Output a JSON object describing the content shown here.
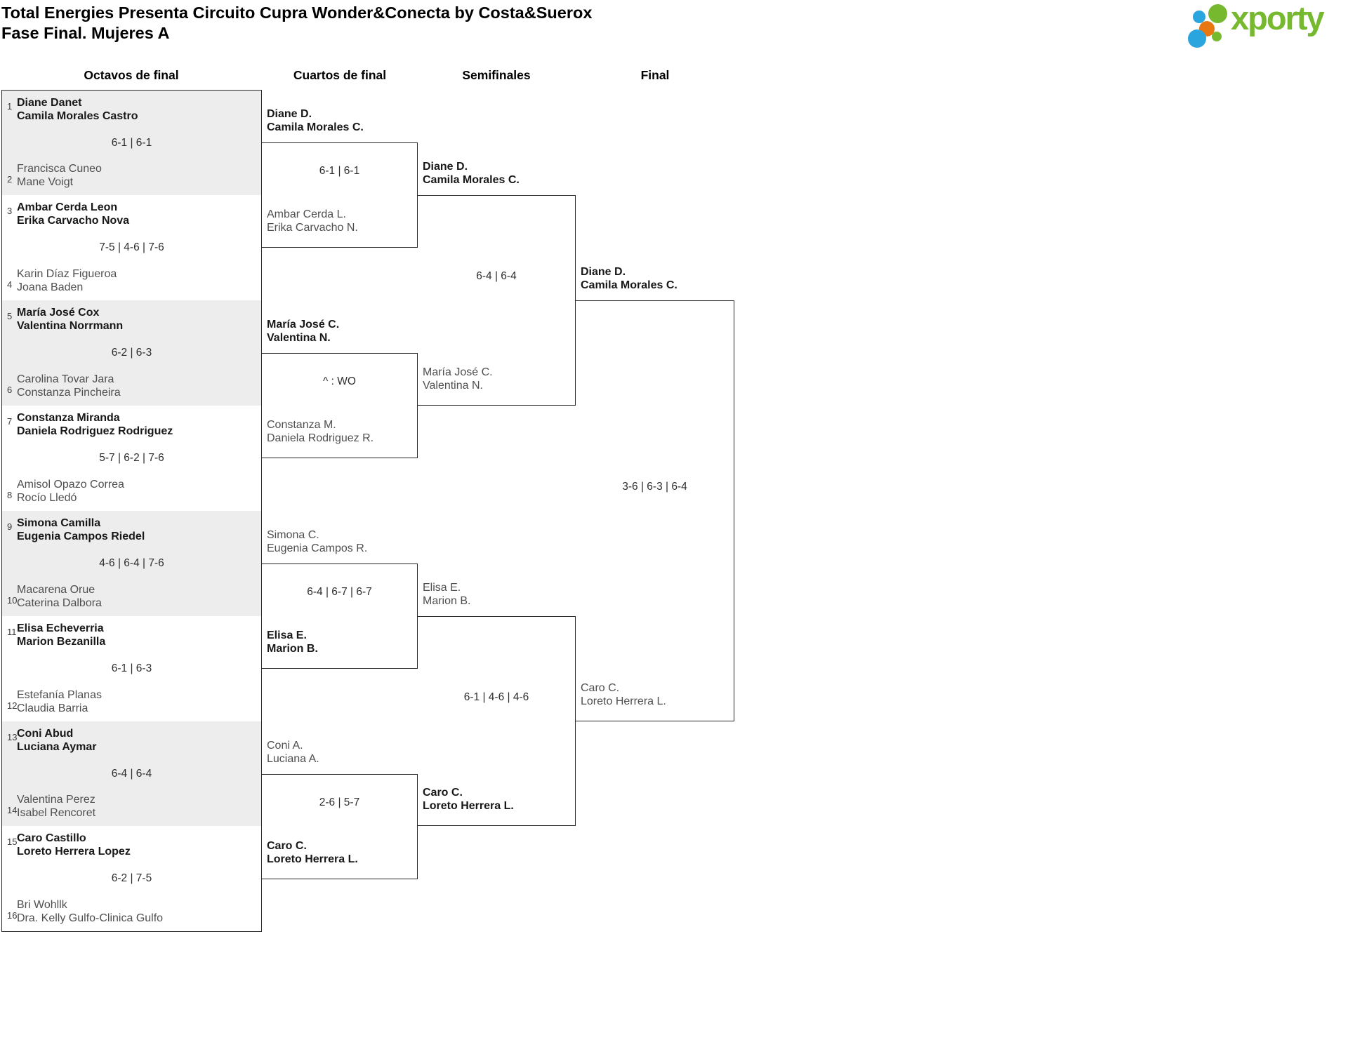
{
  "header": {
    "title_line1": "Total Energies Presenta Circuito Cupra Wonder&Conecta by Costa&Suerox",
    "title_line2": "Fase Final. Mujeres A",
    "logo_text": "xporty",
    "logo_colors": {
      "green": "#76b82e",
      "blue": "#2aa5de",
      "orange": "#e87611"
    }
  },
  "columns": [
    "Octavos de final",
    "Cuartos de final",
    "Semifinales",
    "Final"
  ],
  "round16": [
    {
      "seed_top": "1",
      "team_top": [
        "Diane Danet",
        "Camila Morales Castro"
      ],
      "top_winner": true,
      "score": "6-1 | 6-1",
      "seed_bottom": "2",
      "team_bottom": [
        "Francisca Cuneo",
        "Mane Voigt"
      ],
      "bottom_winner": false,
      "shaded": true
    },
    {
      "seed_top": "3",
      "team_top": [
        "Ambar Cerda Leon",
        "Erika Carvacho Nova"
      ],
      "top_winner": true,
      "score": "7-5 | 4-6 | 7-6",
      "seed_bottom": "4",
      "team_bottom": [
        "Karin Díaz Figueroa",
        "Joana Baden"
      ],
      "bottom_winner": false,
      "shaded": false
    },
    {
      "seed_top": "5",
      "team_top": [
        "María José Cox",
        "Valentina Norrmann"
      ],
      "top_winner": true,
      "score": "6-2 | 6-3",
      "seed_bottom": "6",
      "team_bottom": [
        "Carolina Tovar Jara",
        "Constanza Pincheira"
      ],
      "bottom_winner": false,
      "shaded": true
    },
    {
      "seed_top": "7",
      "team_top": [
        "Constanza Miranda",
        "Daniela Rodriguez Rodriguez"
      ],
      "top_winner": true,
      "score": "5-7 | 6-2 | 7-6",
      "seed_bottom": "8",
      "team_bottom": [
        "Amisol Opazo Correa",
        "Rocío Lledó"
      ],
      "bottom_winner": false,
      "shaded": false
    },
    {
      "seed_top": "9",
      "team_top": [
        "Simona Camilla",
        "Eugenia Campos Riedel"
      ],
      "top_winner": true,
      "score": "4-6 | 6-4 | 7-6",
      "seed_bottom": "10",
      "team_bottom": [
        "Macarena Orue",
        "Caterina Dalbora"
      ],
      "bottom_winner": false,
      "shaded": true
    },
    {
      "seed_top": "11",
      "team_top": [
        "Elisa Echeverria",
        "Marion Bezanilla"
      ],
      "top_winner": true,
      "score": "6-1 | 6-3",
      "seed_bottom": "12",
      "team_bottom": [
        "Estefanía Planas",
        "Claudia Barria"
      ],
      "bottom_winner": false,
      "shaded": false
    },
    {
      "seed_top": "13",
      "team_top": [
        "Coni Abud",
        "Luciana Aymar"
      ],
      "top_winner": true,
      "score": "6-4 | 6-4",
      "seed_bottom": "14",
      "team_bottom": [
        "Valentina Perez",
        "Isabel Rencoret"
      ],
      "bottom_winner": false,
      "shaded": true
    },
    {
      "seed_top": "15",
      "team_top": [
        "Caro Castillo",
        "Loreto Herrera Lopez"
      ],
      "top_winner": true,
      "score": "6-2 | 7-5",
      "seed_bottom": "16",
      "team_bottom": [
        "Bri Wohllk",
        "Dra. Kelly Gulfo-Clinica Gulfo"
      ],
      "bottom_winner": false,
      "shaded": false
    }
  ],
  "quarterfinals": [
    {
      "team_top": [
        "Diane D.",
        "Camila Morales C."
      ],
      "top_winner": true,
      "score": "6-1 | 6-1",
      "team_bottom": [
        "Ambar Cerda L.",
        "Erika Carvacho N."
      ],
      "bottom_winner": false
    },
    {
      "team_top": [
        "María José C.",
        "Valentina N."
      ],
      "top_winner": true,
      "score": "^ : WO",
      "team_bottom": [
        "Constanza M.",
        "Daniela Rodriguez R."
      ],
      "bottom_winner": false
    },
    {
      "team_top": [
        "Simona C.",
        "Eugenia Campos R."
      ],
      "top_winner": false,
      "score": "6-4 | 6-7 | 6-7",
      "team_bottom": [
        "Elisa E.",
        "Marion B."
      ],
      "bottom_winner": true
    },
    {
      "team_top": [
        "Coni A.",
        "Luciana A."
      ],
      "top_winner": false,
      "score": "2-6 | 5-7",
      "team_bottom": [
        "Caro C.",
        "Loreto Herrera L."
      ],
      "bottom_winner": true
    }
  ],
  "semifinals": [
    {
      "team_top": [
        "Diane D.",
        "Camila Morales C."
      ],
      "top_winner": true,
      "score": "6-4 | 6-4",
      "team_bottom": [
        "María José C.",
        "Valentina N."
      ],
      "bottom_winner": false
    },
    {
      "team_top": [
        "Elisa E.",
        "Marion B."
      ],
      "top_winner": false,
      "score": "6-1 | 4-6 | 4-6",
      "team_bottom": [
        "Caro C.",
        "Loreto Herrera L."
      ],
      "bottom_winner": true
    }
  ],
  "final": {
    "team_top": [
      "Diane D.",
      "Camila Morales C."
    ],
    "top_winner": true,
    "score": "3-6 | 6-3 | 6-4",
    "team_bottom": [
      "Caro C.",
      "Loreto Herrera L."
    ],
    "bottom_winner": false
  }
}
